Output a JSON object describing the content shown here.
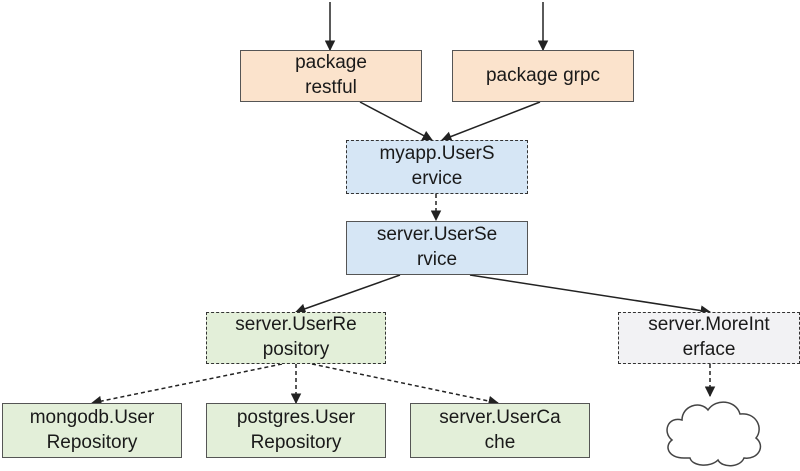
{
  "nodes": {
    "package_restful": "package\nrestful",
    "package_grpc": "package grpc",
    "myapp_userservice": "myapp.UserS\nervice",
    "server_userservice": "server.UserSe\nrvice",
    "server_userrepository": "server.UserRe\npository",
    "server_moreinterface": "server.MoreInt\nerface",
    "mongodb_userrepository": "mongodb.User\nRepository",
    "postgres_userrepository": "postgres.User\nRepository",
    "server_usercache": "server.UserCa\nche"
  },
  "colors": {
    "package_fill": "#fbe3cc",
    "service_fill": "#d6e6f5",
    "repository_fill": "#e3efd9",
    "interface_fill": "#f2f2f4"
  },
  "icons": {
    "cloud": "cloud-icon"
  }
}
